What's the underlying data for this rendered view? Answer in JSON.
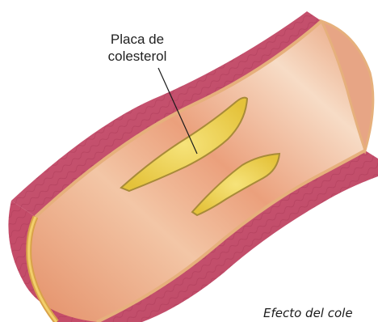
{
  "diagram": {
    "label": {
      "line1": "Placa de",
      "line2": "colesterol"
    },
    "caption": "Efecto del cole",
    "colors": {
      "vessel_outer": "#c04a6a",
      "vessel_outer_light": "#d8778e",
      "vessel_wall_edge": "#e6b07c",
      "lumen": "#e8a07a",
      "lumen_light": "#f6d6bd",
      "plaque": "#f0d84c",
      "plaque_edge": "#a88b38"
    }
  }
}
